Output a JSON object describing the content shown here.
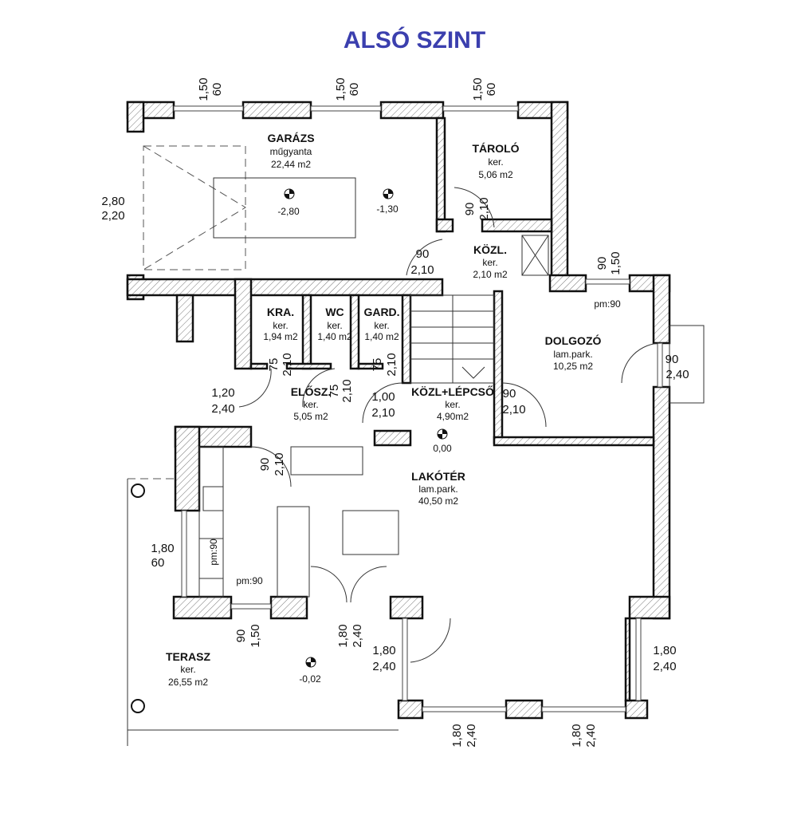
{
  "title": "ALSÓ SZINT",
  "rooms": [
    {
      "name": "GARÁZS",
      "floor": "műgyanta",
      "area": "22,44 m2"
    },
    {
      "name": "TÁROLÓ",
      "floor": "ker.",
      "area": "5,06 m2"
    },
    {
      "name": "KÖZL.",
      "floor": "ker.",
      "area": "2,10 m2"
    },
    {
      "name": "KRA.",
      "floor": "ker.",
      "area": "1,94 m2"
    },
    {
      "name": "WC",
      "floor": "ker.",
      "area": "1,40 m2"
    },
    {
      "name": "GARD.",
      "floor": "ker.",
      "area": "1,40 m2"
    },
    {
      "name": "ELŐSZ.",
      "floor": "ker.",
      "area": "5,05 m2"
    },
    {
      "name": "KÖZL+LÉPCSŐ",
      "floor": "ker.",
      "area": "4,90m2"
    },
    {
      "name": "DOLGOZÓ",
      "floor": "lam.park.",
      "area": "10,25 m2"
    },
    {
      "name": "LAKÓTÉR",
      "floor": "lam.park.",
      "area": "40,50 m2"
    },
    {
      "name": "TERASZ",
      "floor": "ker.",
      "area": "26,55 m2"
    }
  ],
  "levels": [
    "-2,80",
    "-1,30",
    "0,00",
    "-0,02"
  ],
  "parapets": [
    "pm:90",
    "pm:90",
    "pm:90"
  ],
  "dims": {
    "win1": [
      "1,50",
      "60"
    ],
    "win2": [
      "1,50",
      "60"
    ],
    "win3": [
      "1,50",
      "60"
    ],
    "garage_door": [
      "2,80",
      "2,20"
    ],
    "taroló_door": [
      "90",
      "2,10"
    ],
    "kozl_door": [
      "90",
      "2,10"
    ],
    "dolgozo_win": [
      "90",
      "1,50"
    ],
    "dolgozo_side": [
      "90",
      "2,40"
    ],
    "kra_door": [
      "75",
      "2,10"
    ],
    "wc_door": [
      "75",
      "2,10"
    ],
    "gard_door": [
      "75",
      "2,10"
    ],
    "entrance": [
      "1,20",
      "2,40"
    ],
    "inner_door": [
      "1,00",
      "2,10"
    ],
    "dolgozo_door": [
      "90",
      "2,10"
    ],
    "kitchen_door": [
      "90",
      "2,10"
    ],
    "kitchen_win": [
      "1,80",
      "60"
    ],
    "bottom_win": [
      "90",
      "1,50"
    ],
    "terrace_door": [
      "1,80",
      "2,40"
    ],
    "glass_left": [
      "1,80",
      "2,40"
    ],
    "glass_right": [
      "1,80",
      "2,40"
    ],
    "glass_b1": [
      "1,80",
      "2,40"
    ],
    "glass_b2": [
      "1,80",
      "2,40"
    ]
  }
}
